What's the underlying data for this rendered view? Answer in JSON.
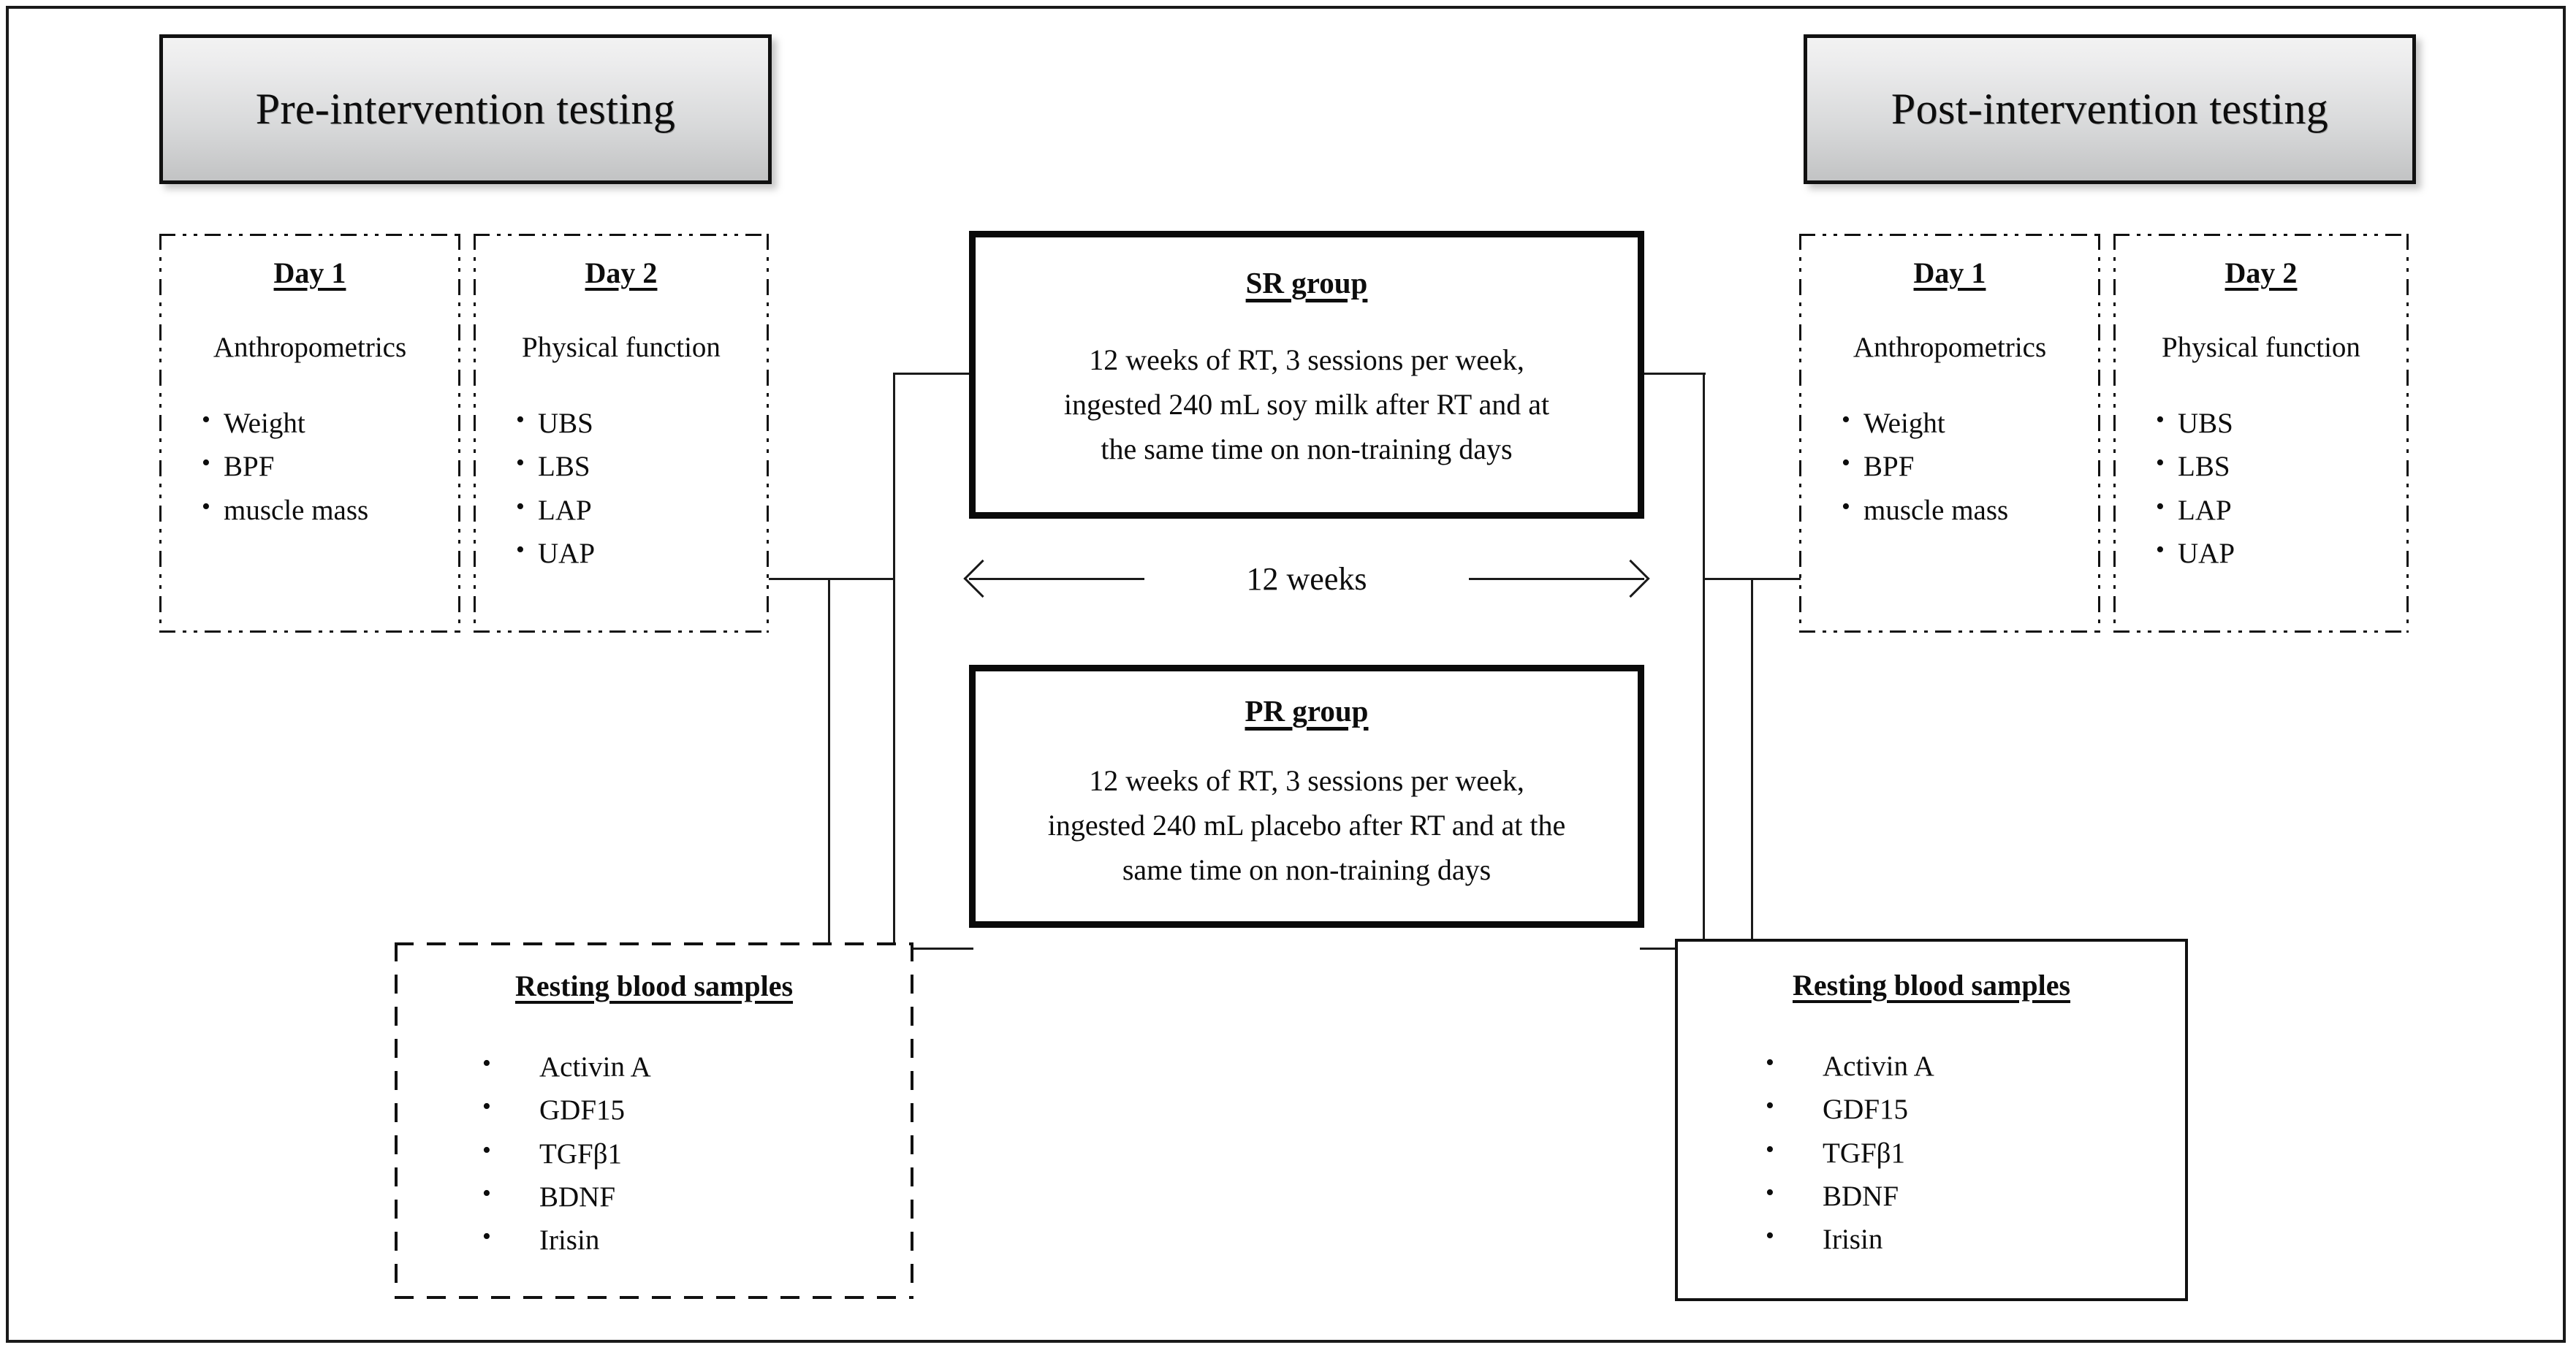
{
  "figure": {
    "type": "study-design-flow-diagram",
    "duration_label": "12 weeks"
  },
  "pre_phase": {
    "banner_label": "Pre-intervention testing",
    "day1": {
      "title": "Day 1",
      "subtitle": "Anthropometrics",
      "items": [
        "Weight",
        "BPF",
        "muscle mass"
      ]
    },
    "day2": {
      "title": "Day 2",
      "subtitle": "Physical function",
      "items": [
        "UBS",
        "LBS",
        "LAP",
        "UAP"
      ]
    },
    "blood": {
      "title": "Resting blood samples",
      "items": [
        "Activin A",
        "GDF15",
        "TGFβ1",
        "BDNF",
        "Irisin"
      ]
    }
  },
  "post_phase": {
    "banner_label": "Post-intervention testing",
    "day1": {
      "title": "Day 1",
      "subtitle": "Anthropometrics",
      "items": [
        "Weight",
        "BPF",
        "muscle mass"
      ]
    },
    "day2": {
      "title": "Day 2",
      "subtitle": "Physical function",
      "items": [
        "UBS",
        "LBS",
        "LAP",
        "UAP"
      ]
    },
    "blood": {
      "title": "Resting blood samples",
      "items": [
        "Activin A",
        "GDF15",
        "TGFβ1",
        "BDNF",
        "Irisin"
      ]
    }
  },
  "intervention": {
    "sr_group": {
      "title": "SR group",
      "line1": "12 weeks of RT, 3 sessions per week,",
      "line2": "ingested 240 mL soy milk after RT and at",
      "line3": "the same time on non-training days"
    },
    "pr_group": {
      "title": "PR group",
      "line1": "12 weeks of RT, 3 sessions per week,",
      "line2": "ingested 240 mL placebo after RT and at the",
      "line3": "same time on non-training days"
    }
  },
  "colors": {
    "ink": "#111111",
    "banner_top": "#f2f2f2",
    "banner_bottom": "#c2c3c4",
    "background": "#ffffff"
  }
}
